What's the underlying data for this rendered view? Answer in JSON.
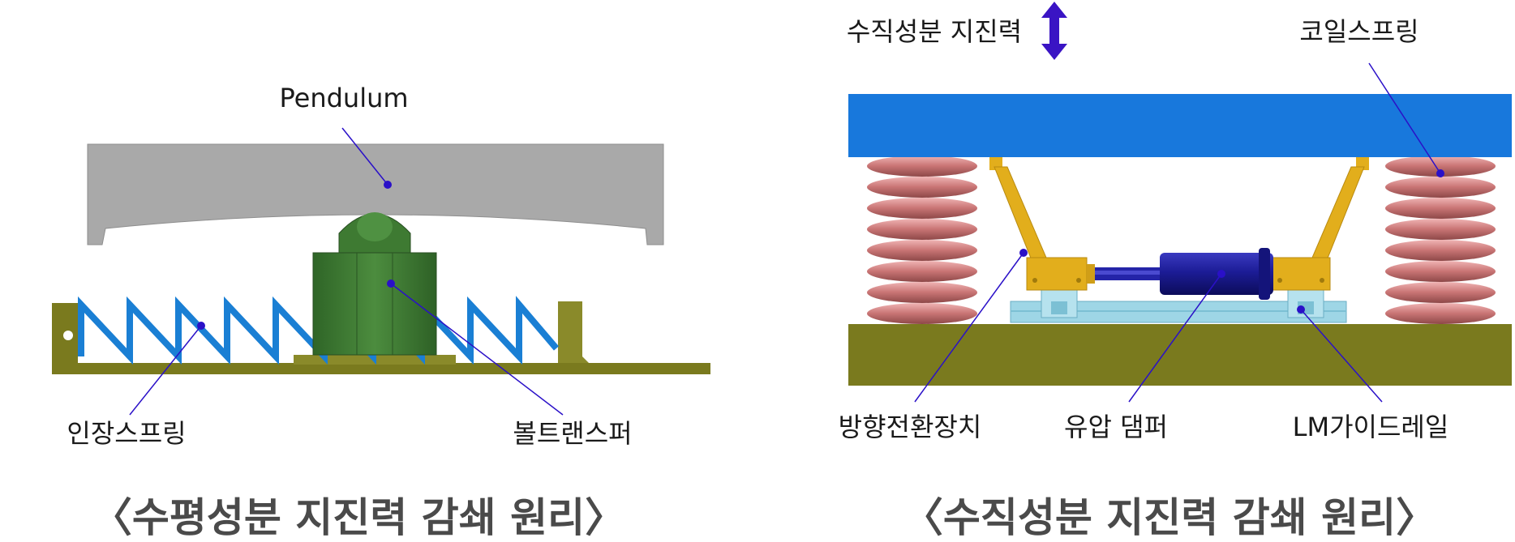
{
  "left_diagram": {
    "labels": {
      "pendulum": "Pendulum",
      "tension_spring": "인장스프링",
      "bolt_damper": "볼트랜스퍼"
    },
    "caption": "〈수평성분 지진력 감쇄 원리〉"
  },
  "right_diagram": {
    "labels": {
      "vertical_force": "수직성분 지진력",
      "coil_spring": "코일스프링",
      "direction_converter": "방향전환장치",
      "hydraulic_damper": "유압 댐퍼",
      "lm_guide_rail": "LM가이드레일"
    },
    "caption": "〈수직성분 지진력 감쇄 원리〉"
  },
  "colors": {
    "pendulum_gray": "#a9a9a9",
    "base_olive": "#7a7a1e",
    "spring_blue": "#1a7fd4",
    "bolt_green": "#3e7a32",
    "top_plate_blue": "#1878dc",
    "coil_pink": "#d08080",
    "damper_navy": "#1c1c8c",
    "linkage_gold": "#e2ae1c",
    "rail_lightblue": "#9ed6e6",
    "arrow_purple": "#3a14c4",
    "leader_line": "#2a10c8"
  }
}
